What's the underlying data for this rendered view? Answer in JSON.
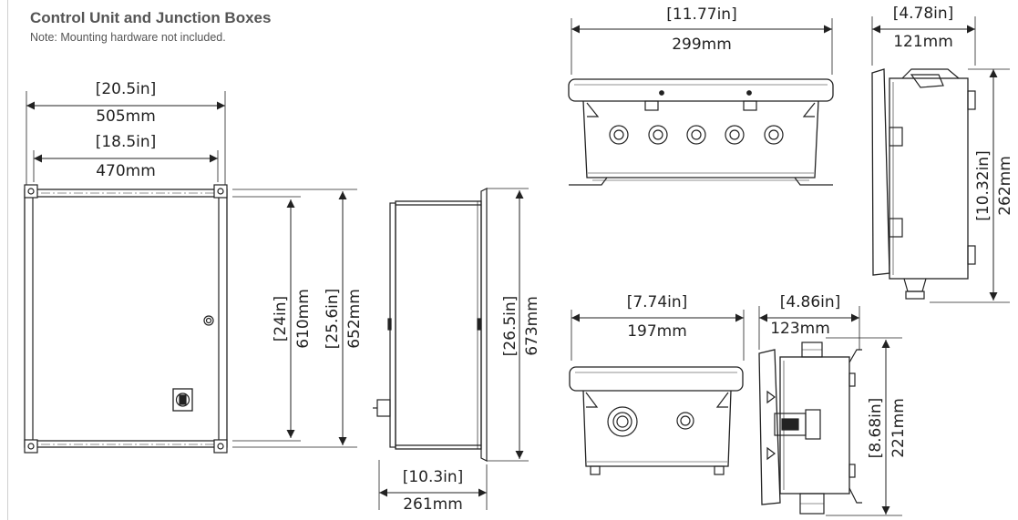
{
  "header": {
    "title": "Control Unit and Junction Boxes",
    "note": "Note: Mounting hardware not included."
  },
  "dimensions": {
    "control_unit_outer_width": {
      "in": "[20.5in]",
      "mm": "505mm"
    },
    "control_unit_inner_width": {
      "in": "[18.5in]",
      "mm": "470mm"
    },
    "control_unit_inner_height": {
      "in": "[24in]",
      "mm": "610mm"
    },
    "control_unit_outer_height": {
      "in": "[25.6in]",
      "mm": "652mm"
    },
    "control_unit_side_height": {
      "in": "[26.5in]",
      "mm": "673mm"
    },
    "control_unit_depth": {
      "in": "[10.3in]",
      "mm": "261mm"
    },
    "large_box_width": {
      "in": "[11.77in]",
      "mm": "299mm"
    },
    "large_box_depth": {
      "in": "[4.78in]",
      "mm": "121mm"
    },
    "large_box_height": {
      "in": "[10.32in]",
      "mm": "262mm"
    },
    "small_box_width": {
      "in": "[7.74in]",
      "mm": "197mm"
    },
    "small_box_depth": {
      "in": "[4.86in]",
      "mm": "123mm"
    },
    "small_box_height": {
      "in": "[8.68in]",
      "mm": "221mm"
    }
  }
}
